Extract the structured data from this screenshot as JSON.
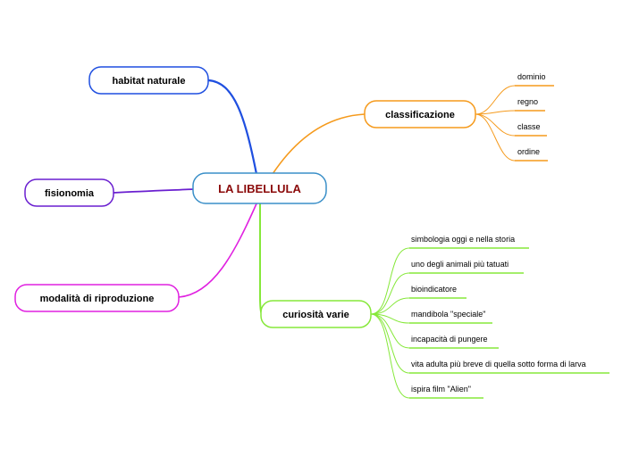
{
  "central": {
    "label": "LA LIBELLULA"
  },
  "branches": {
    "habitat": {
      "label": "habitat naturale",
      "color": "#1f4fe0"
    },
    "fisionomia": {
      "label": "fisionomia",
      "color": "#6a1fd0"
    },
    "riproduzione": {
      "label": "modalità di riproduzione",
      "color": "#e020e0"
    },
    "classificazione": {
      "label": "classificazione",
      "color": "#f59a1c",
      "items": [
        "dominio",
        "regno",
        "classe",
        "ordine"
      ]
    },
    "curiosita": {
      "label": "curiosità varie",
      "color": "#86e83a",
      "items": [
        "simbologia oggi e nella storia",
        "uno degli animali più tatuati",
        "bioindicatore",
        "mandibola \"speciale\"",
        "incapacità di pungere",
        "vita adulta più breve di quella sotto forma di larva",
        "ispira film \"Alien\""
      ]
    }
  },
  "colors": {
    "central_border": "#3a8fc8",
    "central_text": "#8b0a0a"
  }
}
